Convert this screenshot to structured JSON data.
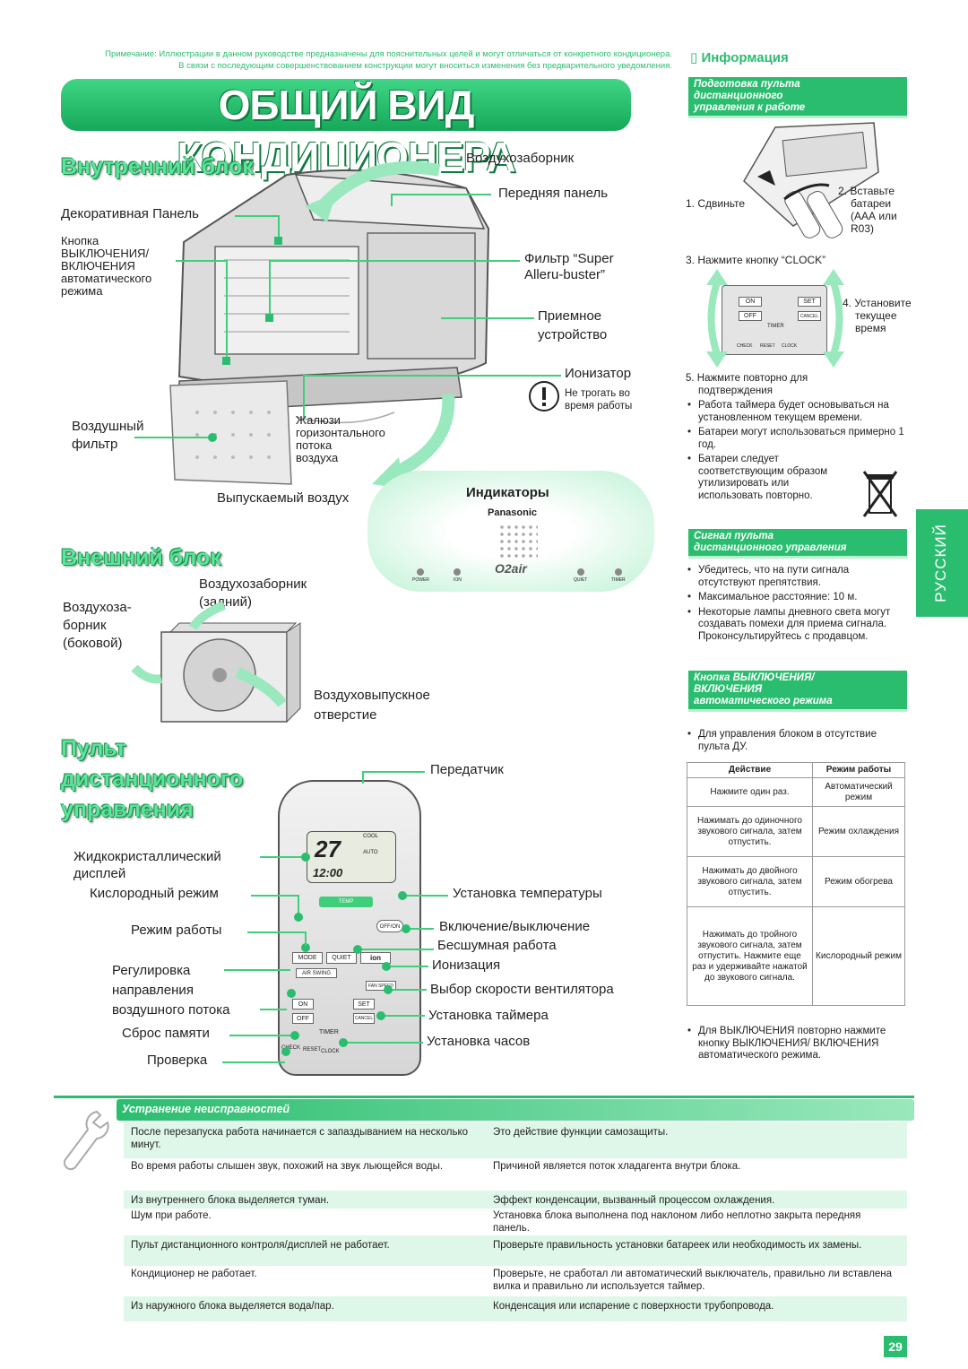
{
  "note": {
    "line1": "Примечание: Иллюстрации в данном руководстве предназначены для пояснительных целей и могут отличаться от конкретного кондиционера.",
    "line2": "В связи с последующим совершенствованием конструкции могут вноситься изменения без предварительного уведомления."
  },
  "main_title": "ОБЩИЙ ВИД КОНДИЦИОНЕРА",
  "indoor": {
    "title": "Внутренний блок",
    "air_intake": "Воздухозаборник",
    "front_panel": "Передняя панель",
    "decor_panel": "Декоративная Панель",
    "auto_btn": [
      "Кнопка",
      "ВЫКЛЮЧЕНИЯ/",
      "ВКЛЮЧЕНИЯ",
      "автоматического",
      "режима"
    ],
    "filter_super": [
      "Фильтр “Super",
      "Alleru-buster”"
    ],
    "receiver": [
      "Приемное",
      "устройство"
    ],
    "ionizer": "Ионизатор",
    "no_touch": [
      "Не трогать во",
      "время работы"
    ],
    "air_filter": [
      "Воздушный",
      "фильтр"
    ],
    "louver": [
      "Жалюзи",
      "горизонтального",
      "потока",
      "воздуха"
    ],
    "outlet": "Выпускаемый воздух",
    "indicators_title": "Индикаторы",
    "brand": "Panasonic",
    "logo": "O2air",
    "ind_labels": [
      "POWER",
      "ION",
      "QUIET",
      "TIMER"
    ]
  },
  "outdoor": {
    "title": "Внешний блок",
    "intake_rear": [
      "Воздухозаборник",
      "(задний)"
    ],
    "intake_side": [
      "Воздухоза-",
      "борник",
      "(боковой)"
    ],
    "outlet": [
      "Воздуховыпускное",
      "отверстие"
    ]
  },
  "remote": {
    "title": [
      "Пульт",
      "дистанционного",
      "управления"
    ],
    "transmitter": "Передатчик",
    "lcd": [
      "Жидкокристаллический",
      "дисплей"
    ],
    "oxygen": "Кислородный режим",
    "mode": "Режим работы",
    "direction": [
      "Регулировка",
      "направления",
      "воздушного потока"
    ],
    "reset": "Сброс памяти",
    "check": "Проверка",
    "temp": "Установка температуры",
    "onoff": "Включение/выключение",
    "quiet": "Бесшумная работа",
    "ion": "Ионизация",
    "fan": "Выбор скорости вентилятора",
    "timer": "Установка таймера",
    "clock": "Установка часов",
    "display_temp": "27",
    "display_time": "12:00",
    "btn_mode": "MODE",
    "btn_quiet": "QUIET",
    "btn_ion": "ion",
    "btn_air": "AIR SWING",
    "btn_fan": "FAN SPEED",
    "btn_on": "ON",
    "btn_off": "OFF",
    "btn_set": "SET",
    "btn_cancel": "CANCEL",
    "btn_timer": "TIMER",
    "btn_temp": "TEMP",
    "btn_offon": "OFF/ON",
    "btn_check": "CHECK",
    "btn_reset": "RESET",
    "btn_clock": "CLOCK",
    "lcd_cool": "COOL",
    "lcd_auto": "AUTO"
  },
  "info": {
    "title": "Информация",
    "prep_head": [
      "Подготовка пульта",
      "дистанционного",
      "управления к работе"
    ],
    "step1": "1. Сдвиньте",
    "step2": [
      "2. Вставьте",
      "батареи",
      "(ААА или",
      "R03)"
    ],
    "step3": "3. Нажмите кнопку “CLOCK”",
    "step4": [
      "4. Установите",
      "текущее",
      "время"
    ],
    "step5": [
      "5. Нажмите повторно для",
      "подтверждения"
    ],
    "bullets": [
      "Работа таймера будет основываться на установленном текущем времени.",
      "Батареи могут использоваться примерно 1 год.",
      "Батареи следует соответствующим образом утилизировать или использовать повторно."
    ],
    "signal_head": [
      "Сигнал пульта",
      "дистанционного управления"
    ],
    "signal_bullets": [
      "Убедитесь, что на пути сигнала отсутствуют препятствия.",
      "Максимальное расстояние: 10 м.",
      "Некоторые лампы дневного света могут создавать помехи для приема сигнала. Проконсультируйтесь с продавцом."
    ],
    "auto_head": [
      "Кнопка ВЫКЛЮЧЕНИЯ/",
      "ВКЛЮЧЕНИЯ",
      "автоматического режима"
    ],
    "auto_bullet": "Для управления блоком в отсутствие пульта ДУ.",
    "table_head": [
      "Действие",
      "Режим работы"
    ],
    "table_rows": [
      [
        "Нажмите один раз.",
        "Автоматический режим"
      ],
      [
        "Нажимать до одиночного звукового сигнала, затем отпустить.",
        "Режим охлаждения"
      ],
      [
        "Нажимать до двойного звукового сигнала, затем отпустить.",
        "Режим обогрева"
      ],
      [
        "Нажимать до тройного звукового сигнала, затем отпустить. Нажмите еще раз и удерживайте нажатой до звукового сигнала.",
        "Кислородный режим"
      ]
    ],
    "off_bullet": "Для ВЫКЛЮЧЕНИЯ повторно нажмите кнопку ВЫКЛЮЧЕНИЯ/ ВКЛЮЧЕНИЯ автоматического режима.",
    "lang_tab": "РУССКИЙ",
    "rc_labels": [
      "ON",
      "OFF",
      "SET",
      "CANCEL",
      "TIMER",
      "CHECK",
      "RESET",
      "CLOCK"
    ]
  },
  "trouble": {
    "title": "Устранение неисправностей",
    "rows": [
      [
        "После перезапуска работа начинается с запаздыванием на несколько минут.",
        "Это действие функции самозащиты."
      ],
      [
        "Во время работы слышен звук, похожий на звук льющейся воды.",
        "Причиной является поток хладагента внутри блока."
      ],
      [
        "Из внутреннего блока выделяется туман.",
        "Эффект конденсации, вызванный процессом охлаждения."
      ],
      [
        "Шум при работе.",
        "Установка блока выполнена под наклоном либо неплотно закрыта передняя панель."
      ],
      [
        "Пульт дистанционного контроля/дисплей не работает.",
        "Проверьте правильность установки батареек или необходимость их замены."
      ],
      [
        "Кондиционер не работает.",
        "Проверьте, не сработал ли автоматический выключатель, правильно ли вставлена вилка и правильно ли используется таймер."
      ],
      [
        "Из наружного блока выделяется вода/пар.",
        "Конденсация или испарение с поверхности трубопровода."
      ]
    ]
  },
  "page_number": "29",
  "colors": {
    "accent": "#2bbd6f",
    "light": "#c9f3da",
    "dark": "#0d7a3e"
  }
}
